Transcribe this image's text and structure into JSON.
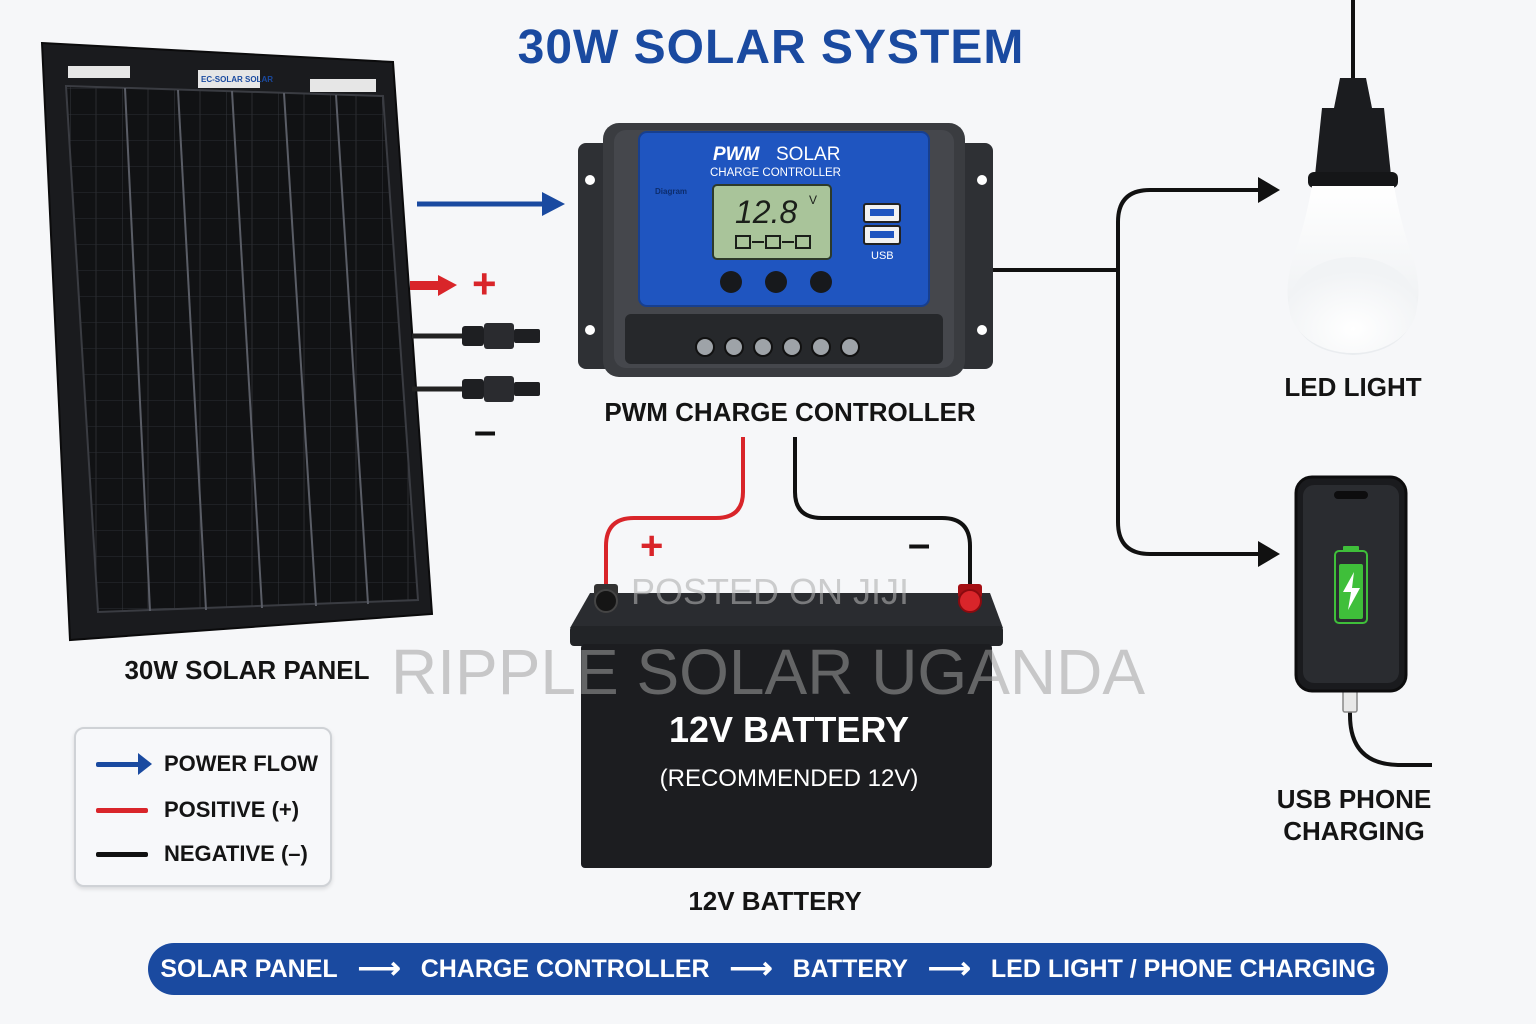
{
  "title": "30W SOLAR SYSTEM",
  "panel": {
    "label": "30W SOLAR PANEL",
    "sticker_text": "EC-SOLAR SOLAR"
  },
  "controller": {
    "label": "PWM CHARGE CONTROLLER",
    "brand_bold": "PWM",
    "brand_rest": "SOLAR",
    "subtitle": "CHARGE CONTROLLER",
    "display_value": "12.8",
    "display_unit": "V",
    "usb_label": "USB",
    "badge_text": "Diagram"
  },
  "battery": {
    "label": "12V BATTERY",
    "face_title": "12V BATTERY",
    "face_subtitle": "(RECOMMENDED 12V)"
  },
  "panel_output": {
    "plus": "+",
    "minus": "–"
  },
  "battery_terminals": {
    "plus": "+",
    "minus": "–"
  },
  "led": {
    "label": "LED LIGHT"
  },
  "phone": {
    "label_line1": "USB PHONE",
    "label_line2": "CHARGING"
  },
  "legend": {
    "items": [
      {
        "label": "POWER FLOW",
        "color": "#1a4aa0"
      },
      {
        "label": "POSITIVE (+)",
        "color": "#d9252a"
      },
      {
        "label": "NEGATIVE (–)",
        "color": "#111111"
      }
    ]
  },
  "flow": {
    "steps": [
      "SOLAR PANEL",
      "CHARGE CONTROLLER",
      "BATTERY",
      "LED LIGHT / PHONE CHARGING"
    ],
    "arrow": "⟶"
  },
  "watermarks": {
    "primary": "RIPPLE SOLAR UGANDA",
    "secondary": "POSTED ON JIJI"
  },
  "colors": {
    "accent_blue": "#1a4aa0",
    "positive_red": "#d9252a",
    "negative_black": "#111111",
    "controller_blue": "#1f55c0",
    "lcd_green": "#a9c49a",
    "battery_green": "#3fbf3a"
  }
}
